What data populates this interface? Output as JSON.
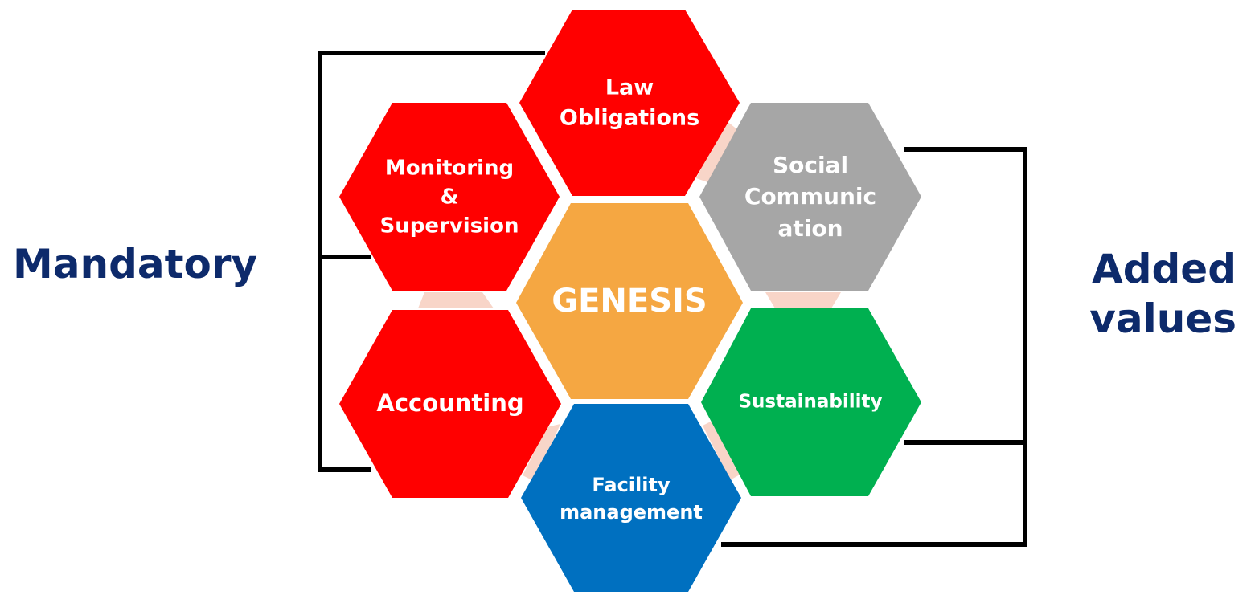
{
  "left_group_label": "Mandatory",
  "right_group_label": [
    "Added",
    "values"
  ],
  "center": {
    "text": "GENESIS",
    "color": "#F5A742"
  },
  "hexagons": {
    "law": {
      "lines": [
        "Law",
        "Obligations"
      ],
      "color": "#FF0000"
    },
    "monitoring": {
      "lines": [
        "Monitoring",
        "&",
        "Supervision"
      ],
      "color": "#FF0000"
    },
    "accounting": {
      "lines": [
        "Accounting"
      ],
      "color": "#FF0000"
    },
    "social": {
      "lines": [
        "Social",
        "Communic",
        "ation"
      ],
      "color": "#A6A6A6"
    },
    "sustainability": {
      "lines": [
        "Sustainability"
      ],
      "color": "#00B050"
    },
    "facility": {
      "lines": [
        "Facility",
        "management"
      ],
      "color": "#0070C0"
    }
  },
  "colors": {
    "label_text": "#0D2A6B",
    "bracket": "#000000",
    "connector": "#F8D5C8"
  }
}
